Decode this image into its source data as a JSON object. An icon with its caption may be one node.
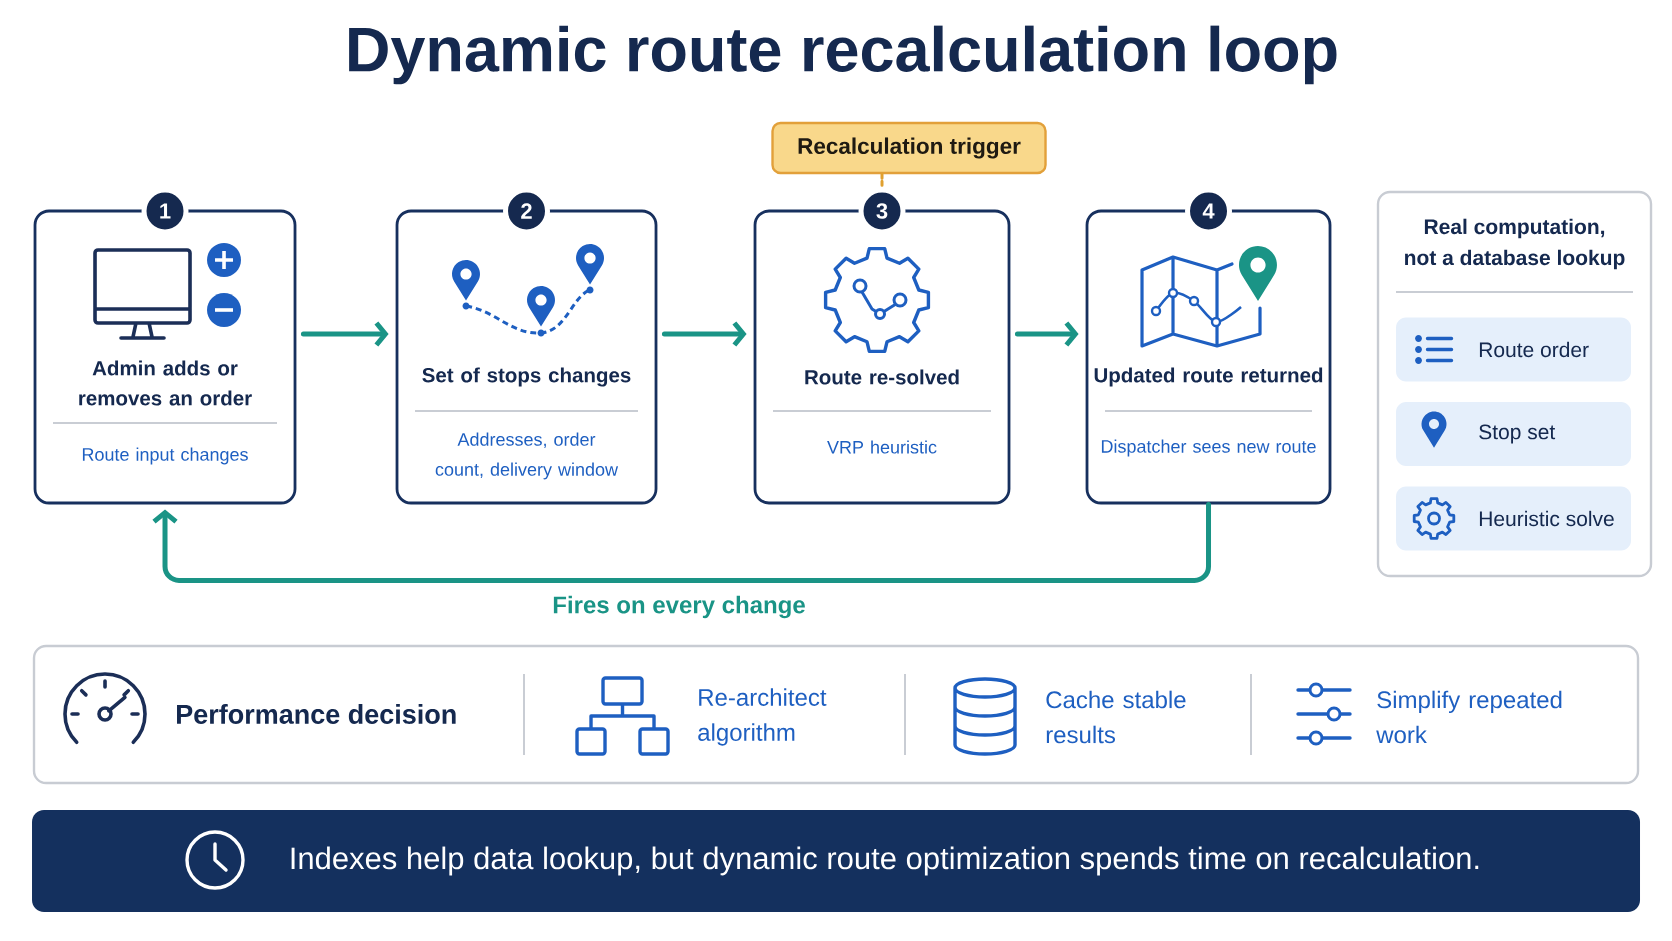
{
  "diagram": {
    "title": "Dynamic route recalculation loop",
    "nodes": [
      {
        "text": [
          "Recalculation trigger"
        ]
      },
      {
        "text": [
          "1"
        ]
      },
      {
        "text": [
          "Admin adds or removes an order",
          "Route input changes"
        ]
      },
      {
        "text": [
          "2"
        ]
      },
      {
        "text": [
          "Set of stops changes",
          "Addresses, order count, delivery window"
        ]
      },
      {
        "text": [
          "3"
        ]
      },
      {
        "text": [
          "Route re-solved",
          "VRP heuristic"
        ]
      },
      {
        "text": [
          "4"
        ]
      },
      {
        "text": [
          "Updated route returned",
          "Dispatcher sees new route"
        ]
      },
      {
        "text": [
          "Real computation, not a database lookup"
        ]
      },
      {
        "text": [
          "Route order"
        ],
        "in": 9
      },
      {
        "text": [
          "Stop set"
        ],
        "in": 9
      },
      {
        "text": [
          "Heuristic solve"
        ],
        "in": 9
      },
      {
        "text": [
          "Performance decision",
          "Re-architect algorithm",
          "Cache stable results",
          "Simplify repeated work"
        ]
      },
      {
        "text": [
          "Indexes help data lookup, but dynamic route optimization spends time on recalculation."
        ]
      }
    ],
    "edges": [
      {
        "from": 2,
        "to": 4,
        "arrow": "to"
      },
      {
        "from": 4,
        "to": 6,
        "arrow": "to"
      },
      {
        "from": 6,
        "to": 8,
        "arrow": "to"
      },
      {
        "from": 8,
        "to": 2,
        "arrow": "to",
        "label": "Fires on every change"
      },
      {
        "from": 0,
        "to": 5,
        "arrow": "none",
        "style": "dashed",
        "color": "#e0a030"
      }
    ]
  }
}
